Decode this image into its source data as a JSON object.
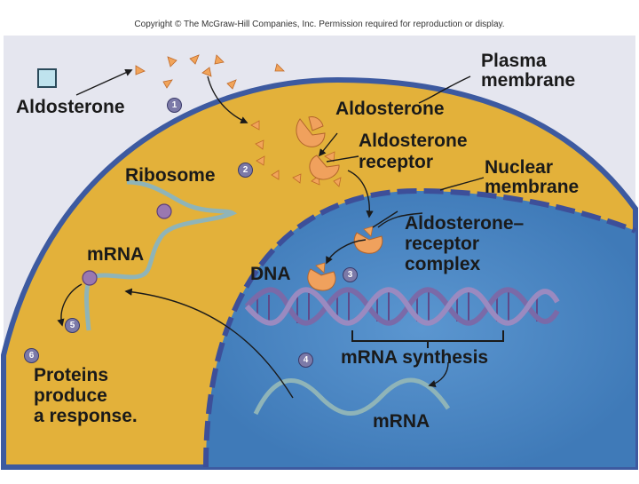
{
  "copyright": "Copyright © The McGraw-Hill Companies, Inc. Permission required for reproduction or display.",
  "labels": {
    "aldosterone_left": "Aldosterone",
    "plasma_membrane": [
      "Plasma",
      "membrane"
    ],
    "aldosterone_top": "Aldosterone",
    "aldosterone_receptor": [
      "Aldosterone",
      "receptor"
    ],
    "ribosome": "Ribosome",
    "nuclear_membrane": [
      "Nuclear",
      "membrane"
    ],
    "complex": [
      "Aldosterone–",
      "receptor",
      "complex"
    ],
    "mrna_cyto": "mRNA",
    "dna": "DNA",
    "mrna_synthesis": "mRNA synthesis",
    "proteins": [
      "Proteins",
      "produce",
      "a response."
    ],
    "mrna_nucleus": "mRNA"
  },
  "steps": [
    "1",
    "2",
    "3",
    "4",
    "5",
    "6"
  ],
  "colors": {
    "cytoplasm": "#e3b13a",
    "nucleus": "#4a86c4",
    "membrane": "#3d5aa0",
    "extracellular": "#e5e6ef",
    "hormone": "#f1a45a",
    "receptor": "#f0a15d",
    "dna": "#7a6aa8",
    "rna": "#8fb4b8",
    "ribosome": "#9a78b0"
  },
  "icons": [
    "checkbox-icon"
  ]
}
